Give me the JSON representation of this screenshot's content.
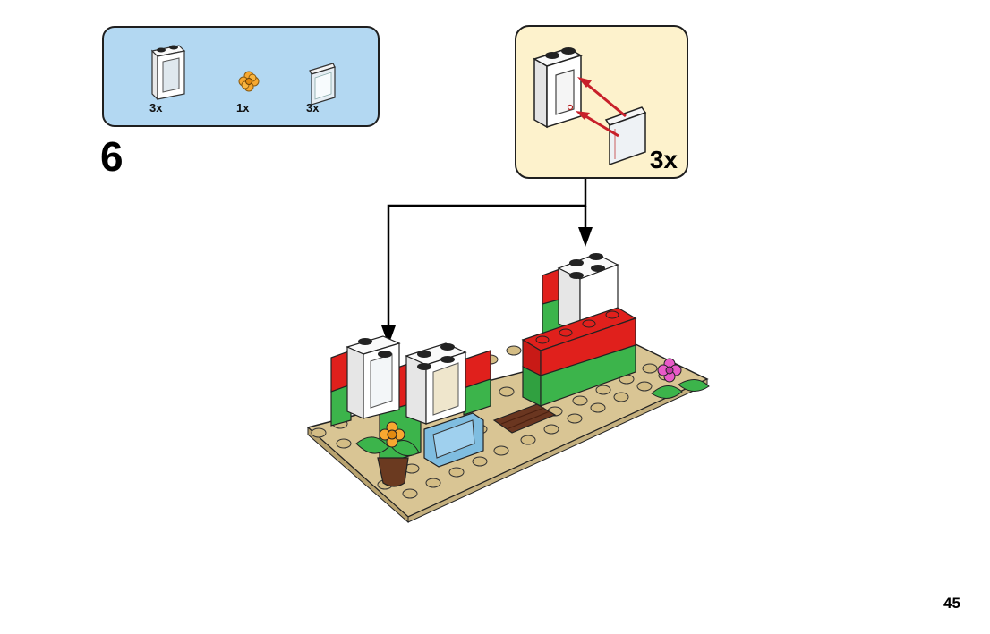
{
  "parts_list": {
    "items": [
      {
        "name": "window-frame-icon",
        "qty": "3x"
      },
      {
        "name": "flower-icon",
        "qty": "1x"
      },
      {
        "name": "window-glass-icon",
        "qty": "3x"
      }
    ]
  },
  "step": {
    "number": "6"
  },
  "subassembly": {
    "qty": "3x"
  },
  "page": {
    "number": "45"
  },
  "colors": {
    "parts_bg": "#b3d8f2",
    "sub_bg": "#fdf2cc",
    "red_brick": "#e0201c",
    "green_brick": "#3cb44b",
    "tan_plate": "#d9c594",
    "arrow_red": "#c8202a"
  }
}
